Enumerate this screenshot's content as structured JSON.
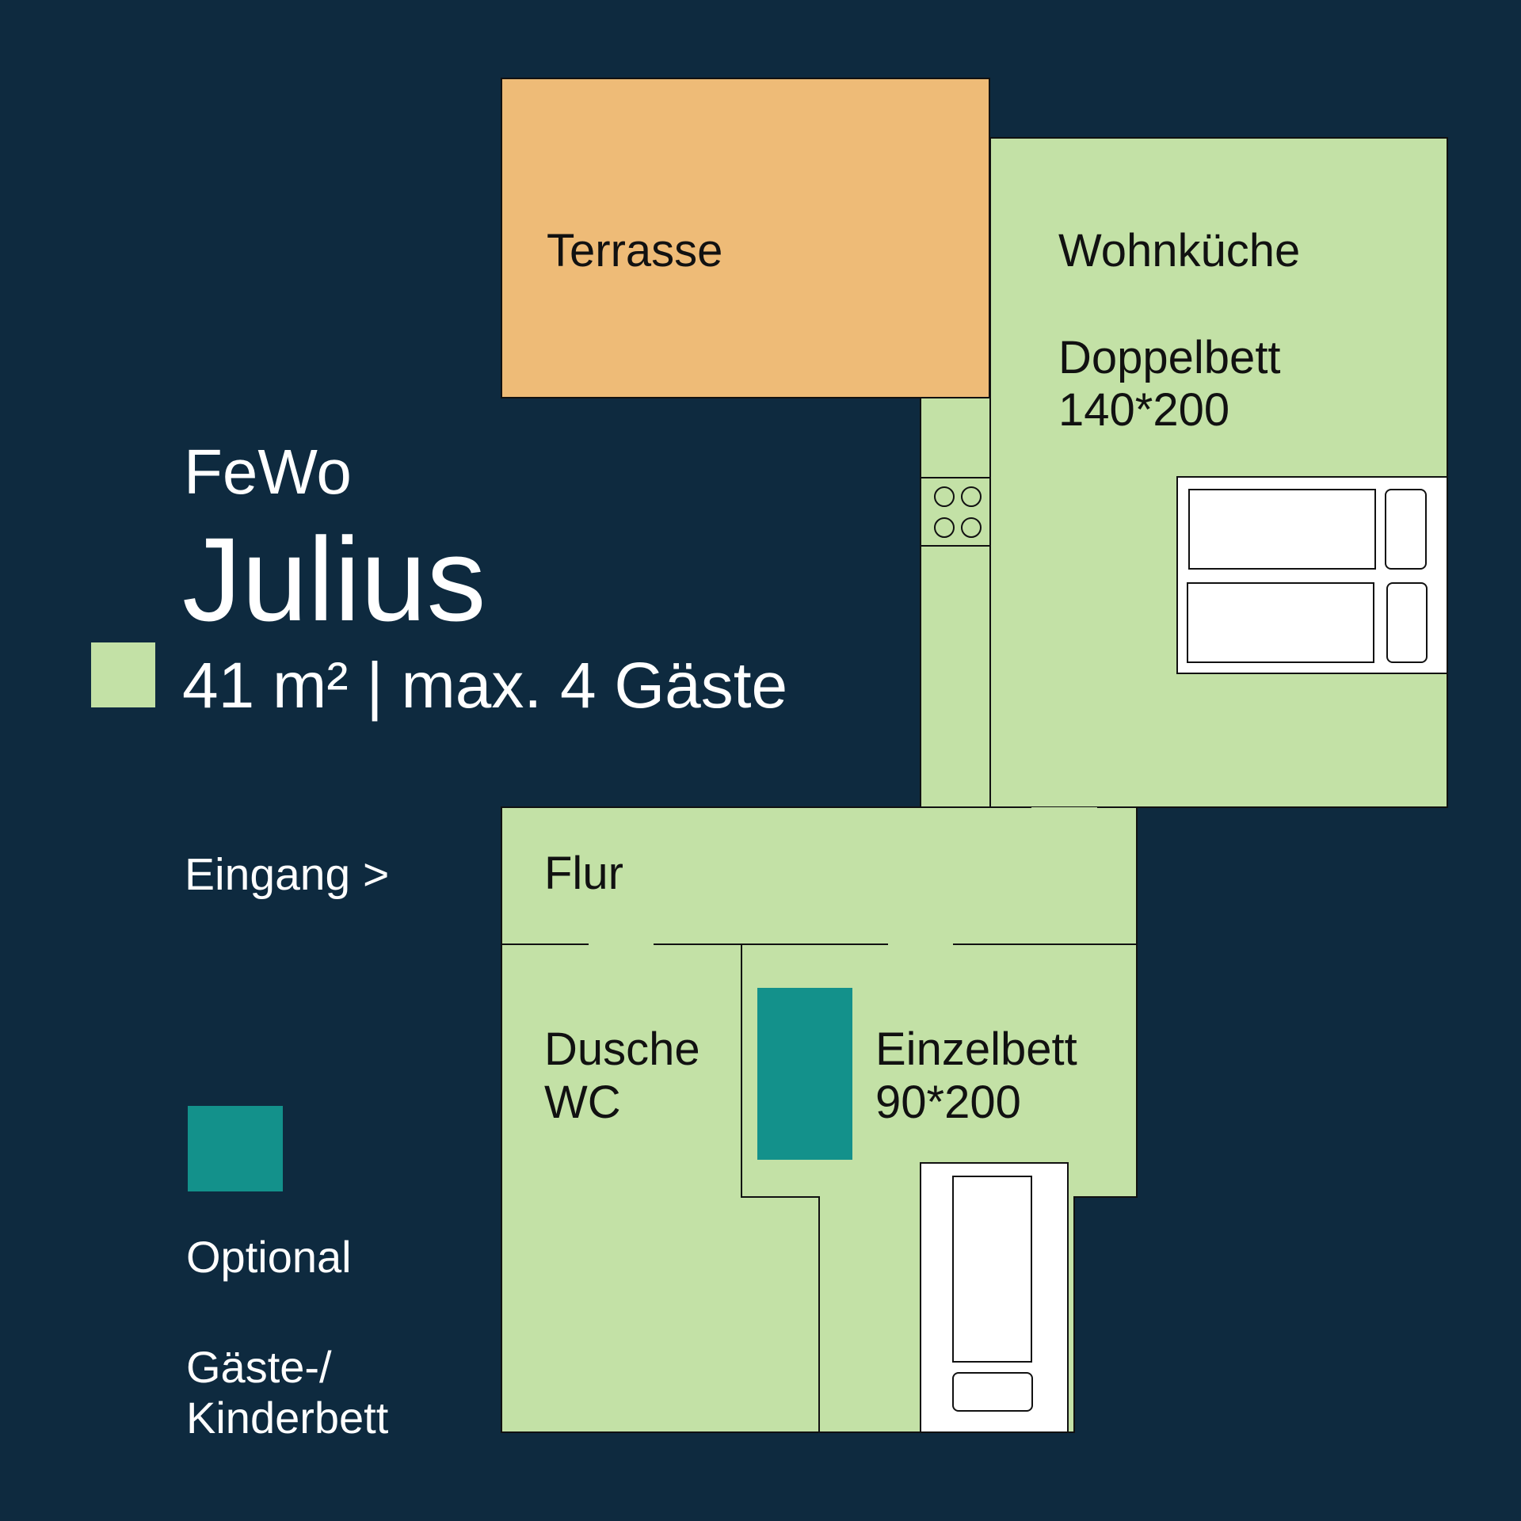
{
  "header": {
    "line1": "FeWo",
    "line2": "Julius",
    "line3": "41 m² | max. 4 Gäste"
  },
  "entrance_label": "Eingang >",
  "legend": {
    "optional_label": "Optional",
    "bed_line1": "Gäste-/",
    "bed_line2": "Kinderbett"
  },
  "rooms": {
    "terrace": "Terrasse",
    "living": "Wohnküche",
    "double_bed_line1": "Doppelbett",
    "double_bed_line2": "140*200",
    "hall": "Flur",
    "bath_line1": "Dusche",
    "bath_line2": "WC",
    "single_bed_line1": "Einzelbett",
    "single_bed_line2": "90*200"
  },
  "colors": {
    "background": "#0e2a3f",
    "room_green": "#c3e1a6",
    "terrace_orange": "#eebb77",
    "optional_teal": "#13918b",
    "furniture_white": "#ffffff"
  }
}
